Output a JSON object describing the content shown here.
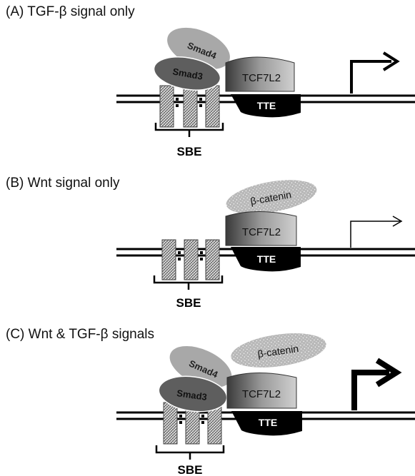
{
  "figure": {
    "panels": [
      {
        "label": "(A) TGF-β  signal only",
        "sbe_label": "SBE",
        "tcf_label": "TCF7L2",
        "tte_label": "TTE",
        "smad4_label": "Smad4",
        "smad3_label": "Smad3"
      },
      {
        "label": "(B) Wnt signal only",
        "sbe_label": "SBE",
        "tcf_label": "TCF7L2",
        "tte_label": "TTE",
        "bcat_label": "β-catenin"
      },
      {
        "label": "(C) Wnt & TGF-β  signals",
        "sbe_label": "SBE",
        "tcf_label": "TCF7L2",
        "tte_label": "TTE",
        "smad4_label": "Smad4",
        "smad3_label": "Smad3",
        "bcat_label": "β-catenin"
      }
    ]
  }
}
